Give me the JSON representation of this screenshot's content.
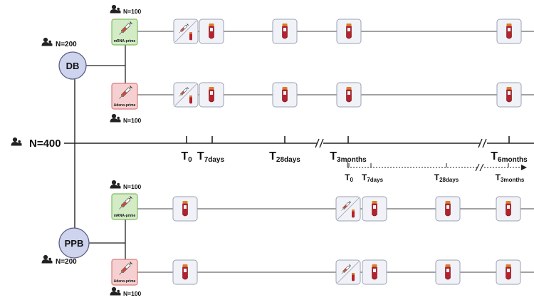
{
  "root": {
    "count": "N=400"
  },
  "groups": [
    {
      "name": "DB",
      "count": "N=200",
      "arms": [
        {
          "label": "mRNA-prime",
          "count": "N=100",
          "color": "#d4ecc6",
          "border": "#7dba63"
        },
        {
          "label": "Adeno-prime",
          "count": "N=100",
          "color": "#f6d0d0",
          "border": "#d77b7b"
        }
      ]
    },
    {
      "name": "PPB",
      "count": "N=200",
      "arms": [
        {
          "label": "mRNA-prime",
          "count": "N=100",
          "color": "#d4ecc6",
          "border": "#7dba63"
        },
        {
          "label": "Adeno-prime",
          "count": "N=100",
          "color": "#f6d0d0",
          "border": "#d77b7b"
        }
      ]
    }
  ],
  "timeline": {
    "main": [
      {
        "base": "T",
        "sub": "0"
      },
      {
        "base": "T",
        "sub": "7days"
      },
      {
        "base": "T",
        "sub": "28days"
      },
      {
        "base": "T",
        "sub": "3months"
      },
      {
        "base": "T",
        "sub": "6months"
      }
    ],
    "secondary": [
      {
        "base": "T",
        "sub": "0"
      },
      {
        "base": "T",
        "sub": "7days"
      },
      {
        "base": "T",
        "sub": "28days"
      },
      {
        "base": "T",
        "sub": "3months"
      }
    ]
  },
  "icons": {
    "person": "person-icon",
    "syringe": "syringe-icon",
    "blood_tube": "blood-tube-icon",
    "vaccine_and_tube": "vaccine-and-tube-icon"
  },
  "colors": {
    "group_circle": "#cfd4ee",
    "group_circle_border": "#5a5f86",
    "tube_red": "#b3222d",
    "tube_cap": "#e07b2a",
    "box_fill": "#f0f2f7",
    "box_border": "#9aa1b3"
  }
}
